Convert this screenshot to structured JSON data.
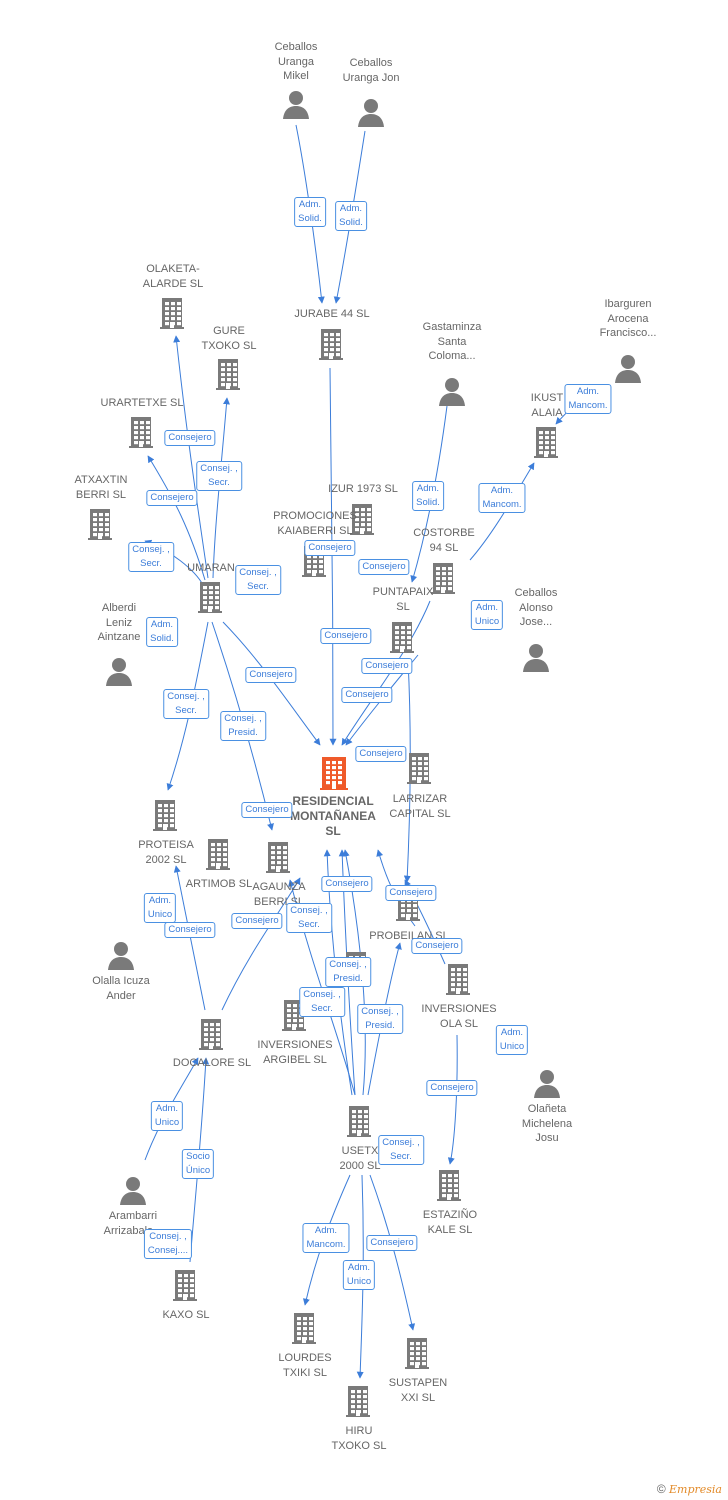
{
  "colors": {
    "edge": "#3c7dd9",
    "node": "#7a7a7a",
    "center": "#ef5a2a"
  },
  "nodes": [
    {
      "id": "c_mikel",
      "label": "Ceballos\nUranga\nMikel",
      "kind": "person"
    },
    {
      "id": "c_jon",
      "label": "Ceballos\nUranga Jon",
      "kind": "person"
    },
    {
      "id": "jurabe",
      "label": "JURABE 44 SL",
      "kind": "company"
    },
    {
      "id": "olaketa",
      "label": "OLAKETA-\nALARDE SL",
      "kind": "company"
    },
    {
      "id": "gure",
      "label": "GURE\nTXOKO SL",
      "kind": "company"
    },
    {
      "id": "urartetxe",
      "label": "URARTETXE SL",
      "kind": "company"
    },
    {
      "id": "atxaxtin",
      "label": "ATXAXTIN\nBERRI SL",
      "kind": "company"
    },
    {
      "id": "umaran",
      "label": "UMARAN",
      "kind": "company"
    },
    {
      "id": "alberdi",
      "label": "Alberdi\nLeniz\nAintzane",
      "kind": "person"
    },
    {
      "id": "gastaminza",
      "label": "Gastaminza\nSanta\nColoma...",
      "kind": "person"
    },
    {
      "id": "ibarguren",
      "label": "Ibarguren\nArocena\nFrancisco...",
      "kind": "person"
    },
    {
      "id": "ikust",
      "label": "IKUST\nALAIA",
      "kind": "company"
    },
    {
      "id": "izur",
      "label": "IZUR 1973  SL",
      "kind": "company"
    },
    {
      "id": "promociones",
      "label": "PROMOCIONES\nKAIABERRI  SL",
      "kind": "company"
    },
    {
      "id": "costorbe",
      "label": "COSTORBE\n94 SL",
      "kind": "company"
    },
    {
      "id": "puntapaix",
      "label": "PUNTAPAIX\nSL",
      "kind": "company"
    },
    {
      "id": "c_alonso",
      "label": "Ceballos\nAlonso\nJose...",
      "kind": "person"
    },
    {
      "id": "center",
      "label": "RESIDENCIAL\nMONTAÑANEA\nSL",
      "kind": "center"
    },
    {
      "id": "larrizar",
      "label": "LARRIZAR\nCAPITAL  SL",
      "kind": "company"
    },
    {
      "id": "proteisa",
      "label": "PROTEISA\n2002  SL",
      "kind": "company"
    },
    {
      "id": "artimob",
      "label": "ARTIMOB SL",
      "kind": "company"
    },
    {
      "id": "agaunza",
      "label": "AGAUNZA\nBERRI  SL",
      "kind": "company"
    },
    {
      "id": "probeilan",
      "label": "PROBEILAN SL",
      "kind": "company"
    },
    {
      "id": "olalla",
      "label": "Olalla Icuza\nAnder",
      "kind": "person"
    },
    {
      "id": "inv_ola",
      "label": "INVERSIONES\nOLA SL",
      "kind": "company"
    },
    {
      "id": "docalore",
      "label": "DOCALORE SL",
      "kind": "company"
    },
    {
      "id": "argibel",
      "label": "INVERSIONES\nARGIBEL  SL",
      "kind": "company"
    },
    {
      "id": "tsl",
      "label": "",
      "kind": "company"
    },
    {
      "id": "olaneta",
      "label": "Olañeta\nMichelena\nJosu",
      "kind": "person"
    },
    {
      "id": "usetx",
      "label": "USETX\n2000 SL",
      "kind": "company"
    },
    {
      "id": "arambarri",
      "label": "Arambarri\nArrizabala...",
      "kind": "person"
    },
    {
      "id": "estazino",
      "label": "ESTAZIÑO\nKALE  SL",
      "kind": "company"
    },
    {
      "id": "kaxo",
      "label": "KAXO SL",
      "kind": "company"
    },
    {
      "id": "lourdes",
      "label": "LOURDES\nTXIKI  SL",
      "kind": "company"
    },
    {
      "id": "sustapen",
      "label": "SUSTAPEN\nXXI  SL",
      "kind": "company"
    },
    {
      "id": "hiru",
      "label": "HIRU\nTXOKO SL",
      "kind": "company"
    }
  ],
  "relations": [
    {
      "id": "r1",
      "text": "Adm.\nSolid."
    },
    {
      "id": "r2",
      "text": "Adm.\nSolid."
    },
    {
      "id": "r3",
      "text": "Consejero"
    },
    {
      "id": "r4",
      "text": "Consej. ,\nSecr."
    },
    {
      "id": "r5",
      "text": "Consejero"
    },
    {
      "id": "r6",
      "text": "Consej. ,\nSecr."
    },
    {
      "id": "r7",
      "text": "Consej. ,\nSecr."
    },
    {
      "id": "r8",
      "text": "Adm.\nSolid."
    },
    {
      "id": "r9",
      "text": "Consejero"
    },
    {
      "id": "r10",
      "text": "Consejero"
    },
    {
      "id": "r11",
      "text": "Adm.\nSolid."
    },
    {
      "id": "r12",
      "text": "Adm.\nMancom."
    },
    {
      "id": "r13",
      "text": "Adm.\nMancom."
    },
    {
      "id": "r14",
      "text": "Adm.\nUnico"
    },
    {
      "id": "r15",
      "text": "Consejero"
    },
    {
      "id": "r16",
      "text": "Consejero"
    },
    {
      "id": "r17",
      "text": "Consejero"
    },
    {
      "id": "r18",
      "text": "Consejero"
    },
    {
      "id": "r19",
      "text": "Consej. ,\nSecr."
    },
    {
      "id": "r20",
      "text": "Consej. ,\nPresid."
    },
    {
      "id": "r21",
      "text": "Consejero"
    },
    {
      "id": "r22",
      "text": "Consejero"
    },
    {
      "id": "r23",
      "text": "Adm.\nUnico"
    },
    {
      "id": "r24",
      "text": "Consejero"
    },
    {
      "id": "r25",
      "text": "Consejero"
    },
    {
      "id": "r26",
      "text": "Consej. ,\nSecr."
    },
    {
      "id": "r27",
      "text": "Consejero"
    },
    {
      "id": "r28",
      "text": "Consejero"
    },
    {
      "id": "r29",
      "text": "Consejero"
    },
    {
      "id": "r30",
      "text": "Consej. ,\nPresid."
    },
    {
      "id": "r31",
      "text": "Consej. ,\nSecr."
    },
    {
      "id": "r32",
      "text": "Consej. ,\nPresid."
    },
    {
      "id": "r33",
      "text": "Adm.\nUnico"
    },
    {
      "id": "r34",
      "text": "Consejero"
    },
    {
      "id": "r35",
      "text": "Adm.\nUnico"
    },
    {
      "id": "r36",
      "text": "Socio\nÚnico"
    },
    {
      "id": "r37",
      "text": "Consej. ,\nSecr."
    },
    {
      "id": "r38",
      "text": "Consej. ,\nConsej...."
    },
    {
      "id": "r39",
      "text": "Adm.\nMancom."
    },
    {
      "id": "r40",
      "text": "Consejero"
    },
    {
      "id": "r41",
      "text": "Adm.\nUnico"
    }
  ],
  "footer": {
    "copyright": "©",
    "brand": "Empresia"
  }
}
